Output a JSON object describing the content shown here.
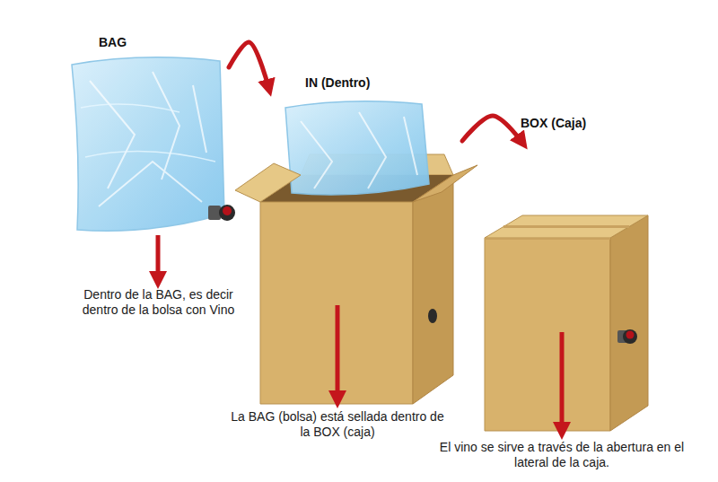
{
  "diagram": {
    "nodes": [
      {
        "text": [
          "BAG"
        ]
      },
      {
        "text": [
          "IN (Dentro)"
        ]
      },
      {
        "text": [
          "BOX (Caja)"
        ]
      }
    ],
    "edges": [
      {
        "from": 0,
        "to": 1,
        "arrow": "to"
      },
      {
        "from": 1,
        "to": 2,
        "arrow": "to"
      }
    ],
    "labels": [
      "Dentro de la BAG, es decir dentro de la bolsa con Vino",
      "La BAG (bolsa) está sellada dentro de la BOX (caja)",
      "El vino se sirve a través de la abertura en el lateral de la caja."
    ]
  }
}
